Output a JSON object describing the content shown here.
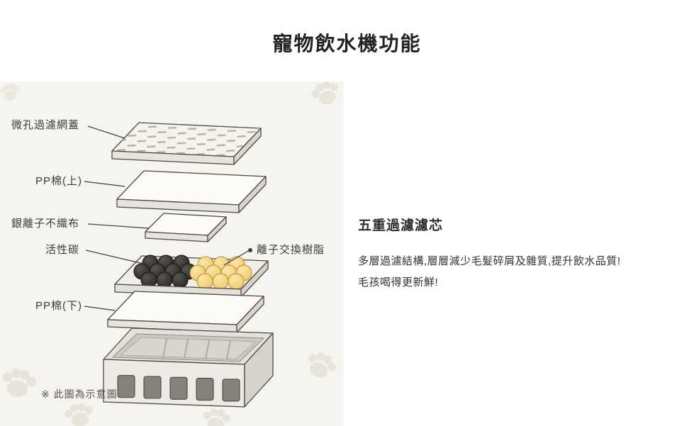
{
  "page": {
    "title": "寵物飲水機功能"
  },
  "diagram": {
    "labels": {
      "mesh_cover": "微孔過濾網蓋",
      "pp_cotton_top": "PP棉(上)",
      "silver_ion_fabric": "銀離子不織布",
      "activated_carbon": "活性碳",
      "ion_exchange_resin": "離子交換樹脂",
      "pp_cotton_bottom": "PP棉(下)"
    },
    "note": "※ 此圖為示意圖",
    "background_icon": "paw-print-icon",
    "colors": {
      "panel_background": "#f6f4ef",
      "carbon_ball": "#2e2c29",
      "resin_ball": "#eec35f"
    }
  },
  "description": {
    "heading": "五重過濾濾芯",
    "line1": "多層過濾結構,層層減少毛髮碎屑及雜質,提升飲水品質!",
    "line2": "毛孩喝得更新鮮!"
  }
}
